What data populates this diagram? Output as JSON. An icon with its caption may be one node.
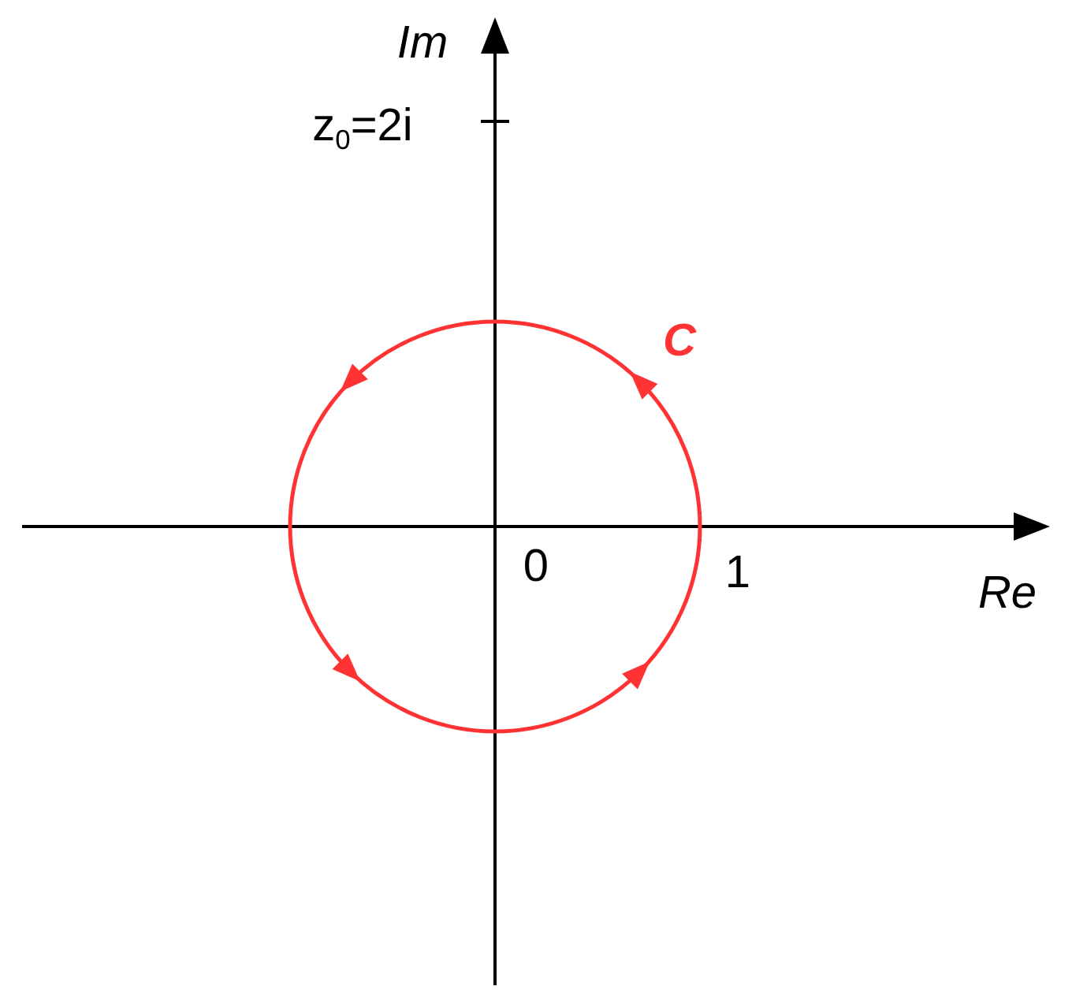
{
  "diagram": {
    "labels": [
      "Im",
      "z$_{0}$=2i",
      "C",
      "0",
      "1",
      "Re"
    ]
  }
}
